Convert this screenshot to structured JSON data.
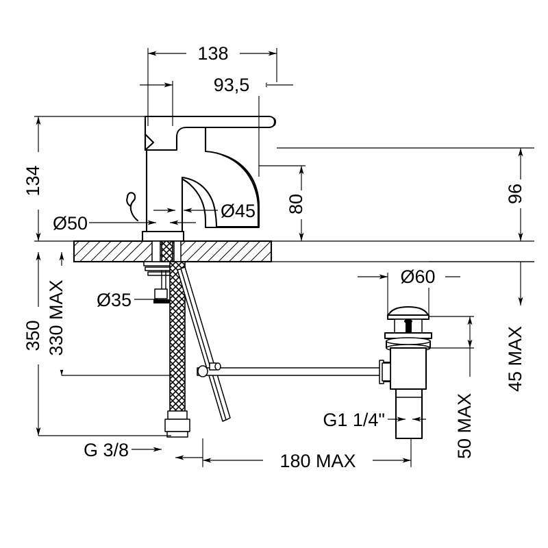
{
  "drawing": {
    "type": "technical-dimension-drawing",
    "subject": "single-lever basin mixer tap with pop-up waste",
    "units": "mm",
    "line_color": "#000000",
    "background_color": "#ffffff"
  },
  "dimensions": {
    "overall_width": {
      "label": "138",
      "orientation": "horizontal",
      "position": "top"
    },
    "spout_reach": {
      "label": "93,5",
      "orientation": "horizontal",
      "position": "top"
    },
    "overall_height": {
      "label": "134",
      "orientation": "vertical",
      "position": "left"
    },
    "spout_height": {
      "label": "80",
      "orientation": "vertical",
      "position": "center"
    },
    "handle_clearance_height": {
      "label": "96",
      "orientation": "vertical",
      "position": "right"
    },
    "base_diameter": {
      "label": "Ø50",
      "orientation": "horizontal",
      "position": "left-of-base"
    },
    "body_diameter": {
      "label": "Ø45",
      "orientation": "horizontal",
      "position": "right-of-body"
    },
    "shank_diameter": {
      "label": "Ø35",
      "orientation": "horizontal",
      "position": "below-counter-left"
    },
    "hose_total_length": {
      "label": "350",
      "orientation": "vertical",
      "position": "far-left"
    },
    "hose_max_length": {
      "label": "330 MAX",
      "orientation": "vertical",
      "position": "left"
    },
    "supply_thread": {
      "label": "G 3/8",
      "orientation": "horizontal",
      "position": "bottom-left"
    },
    "rod_max_length": {
      "label": "180 MAX",
      "orientation": "horizontal",
      "position": "bottom-center"
    },
    "drain_flange_diameter": {
      "label": "Ø60",
      "orientation": "horizontal",
      "position": "upper-right"
    },
    "drain_thread": {
      "label": "G1 1/4\"",
      "orientation": "horizontal",
      "position": "bottom-right"
    },
    "drain_top_max": {
      "label": "45 MAX",
      "orientation": "vertical",
      "position": "far-right"
    },
    "drain_tail_max": {
      "label": "50 MAX",
      "orientation": "vertical",
      "position": "right"
    }
  },
  "components": {
    "faucet_body": "single-lever mixer body",
    "lever_handle": "lever-handle",
    "counter_slab": "countertop-section-hatched",
    "flexible_hose": "braided-flexible-supply-hose",
    "pop_up_rod": "pop-up-lift-rod-linkage",
    "drain_assembly": "pop-up-waste-drain-body"
  }
}
